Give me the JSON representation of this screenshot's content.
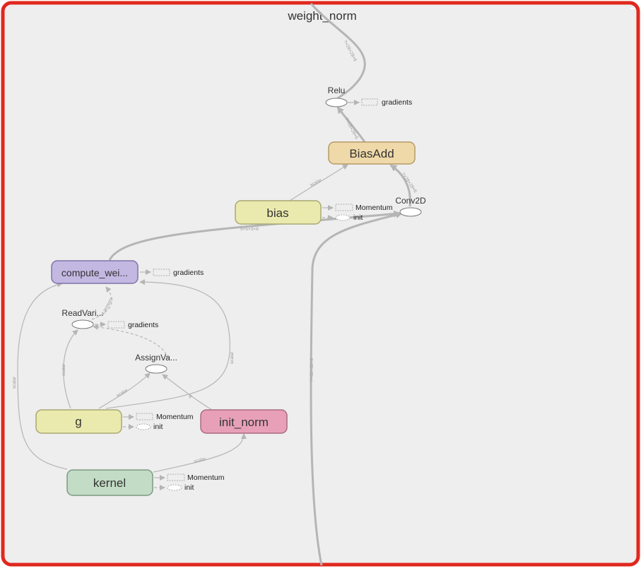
{
  "graph": {
    "title": "weight_norm",
    "nodes": {
      "relu": "Relu",
      "biasadd": "BiasAdd",
      "bias": "bias",
      "conv2d": "Conv2D",
      "compute_weight": "compute_wei...",
      "readvar": "ReadVari...",
      "assignvar": "AssignVa...",
      "g": "g",
      "init_norm": "init_norm",
      "kernel": "kernel"
    },
    "aux": {
      "gradients": "gradients",
      "momentum": "Momentum",
      "init": "init"
    },
    "edge_labels": {
      "scalar": "scalar",
      "g": "g",
      "tensor_shape_1": "5×5×3×6",
      "tensor_shape_2": "?×32×32×3",
      "tensor_shape_3": "?×28×28×6",
      "tensors_4": "4 tensors"
    },
    "colors": {
      "frame": "#e0281e",
      "background": "#eeeeee",
      "yellow_fill": "#eaeaae",
      "yellow_stroke": "#a8a874",
      "purple_fill": "#c3b8e2",
      "purple_stroke": "#7f74a6",
      "orange_fill": "#f0d9a8",
      "orange_stroke": "#b49a66",
      "pink_fill": "#e8a0b9",
      "pink_stroke": "#a86a80",
      "green_fill": "#c2dcc5",
      "green_stroke": "#7e9a82",
      "edge": "#b5b5b5"
    }
  }
}
